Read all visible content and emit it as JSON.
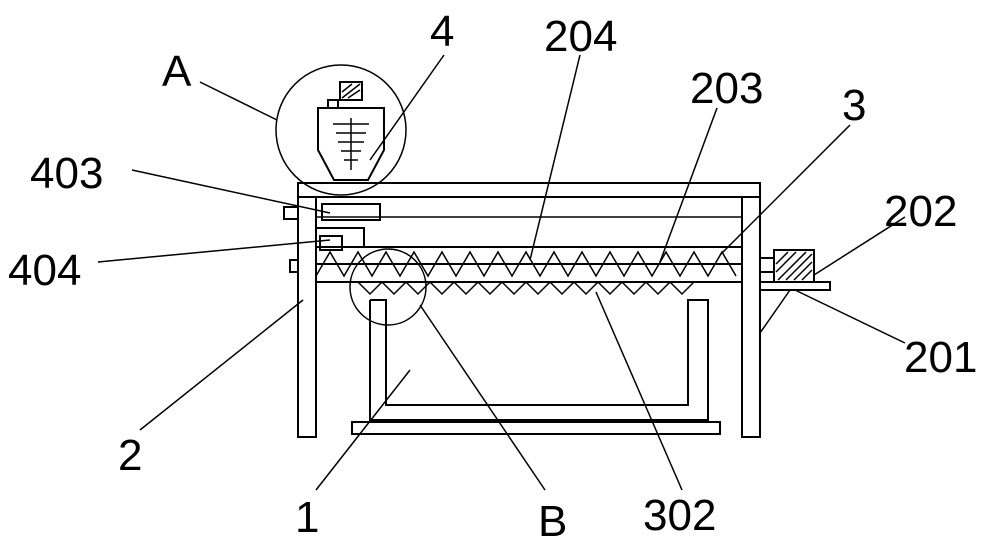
{
  "diagram": {
    "labels": {
      "A": "A",
      "four": "4",
      "l204": "204",
      "l203": "203",
      "three": "3",
      "l403": "403",
      "l202": "202",
      "l404": "404",
      "l201": "201",
      "two": "2",
      "one": "1",
      "B": "B",
      "l302": "302"
    },
    "colors": {
      "ink": "#000000",
      "background": "#ffffff"
    }
  }
}
